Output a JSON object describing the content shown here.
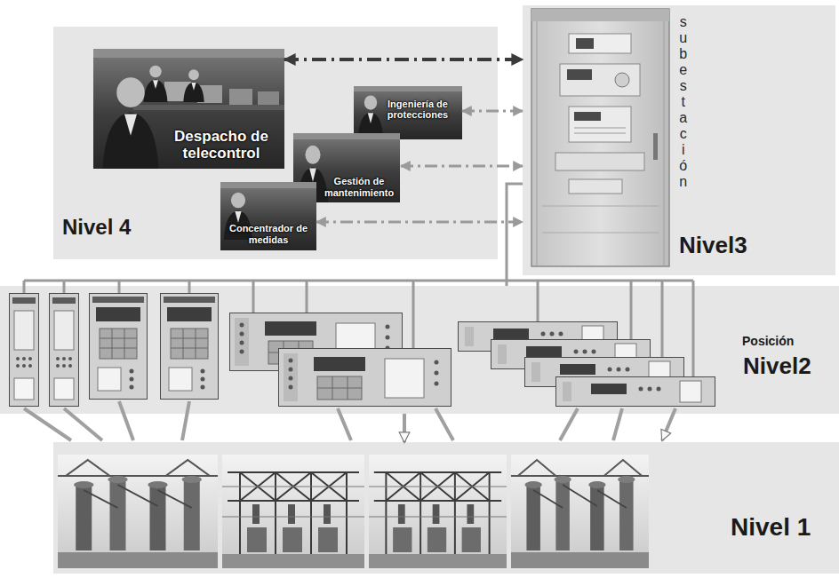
{
  "diagram": {
    "nodes": [
      {
        "text": [
          "Nivel 4"
        ]
      },
      {
        "text": [
          "Despacho de telecontrol"
        ],
        "in": 0
      },
      {
        "text": [
          "Ingeniería de protecciones"
        ],
        "in": 0
      },
      {
        "text": [
          "Gestión de mantenimiento"
        ],
        "in": 0
      },
      {
        "text": [
          "Concentrador de medidas"
        ],
        "in": 0
      },
      {
        "text": [
          "subestación",
          "Nivel3"
        ]
      },
      {
        "text": [
          "Posición",
          "Nivel2"
        ]
      },
      {
        "text": [
          "Nivel 1"
        ]
      }
    ],
    "edges": [
      {
        "from": 1,
        "to": 5,
        "arrow": "both"
      },
      {
        "from": 2,
        "to": 5,
        "arrow": "both"
      },
      {
        "from": 3,
        "to": 5,
        "arrow": "both"
      },
      {
        "from": 4,
        "to": 5,
        "arrow": "both"
      },
      {
        "from": 5,
        "to": 6,
        "arrow": "none"
      },
      {
        "from": 6,
        "to": 7,
        "arrow": "to"
      }
    ]
  }
}
